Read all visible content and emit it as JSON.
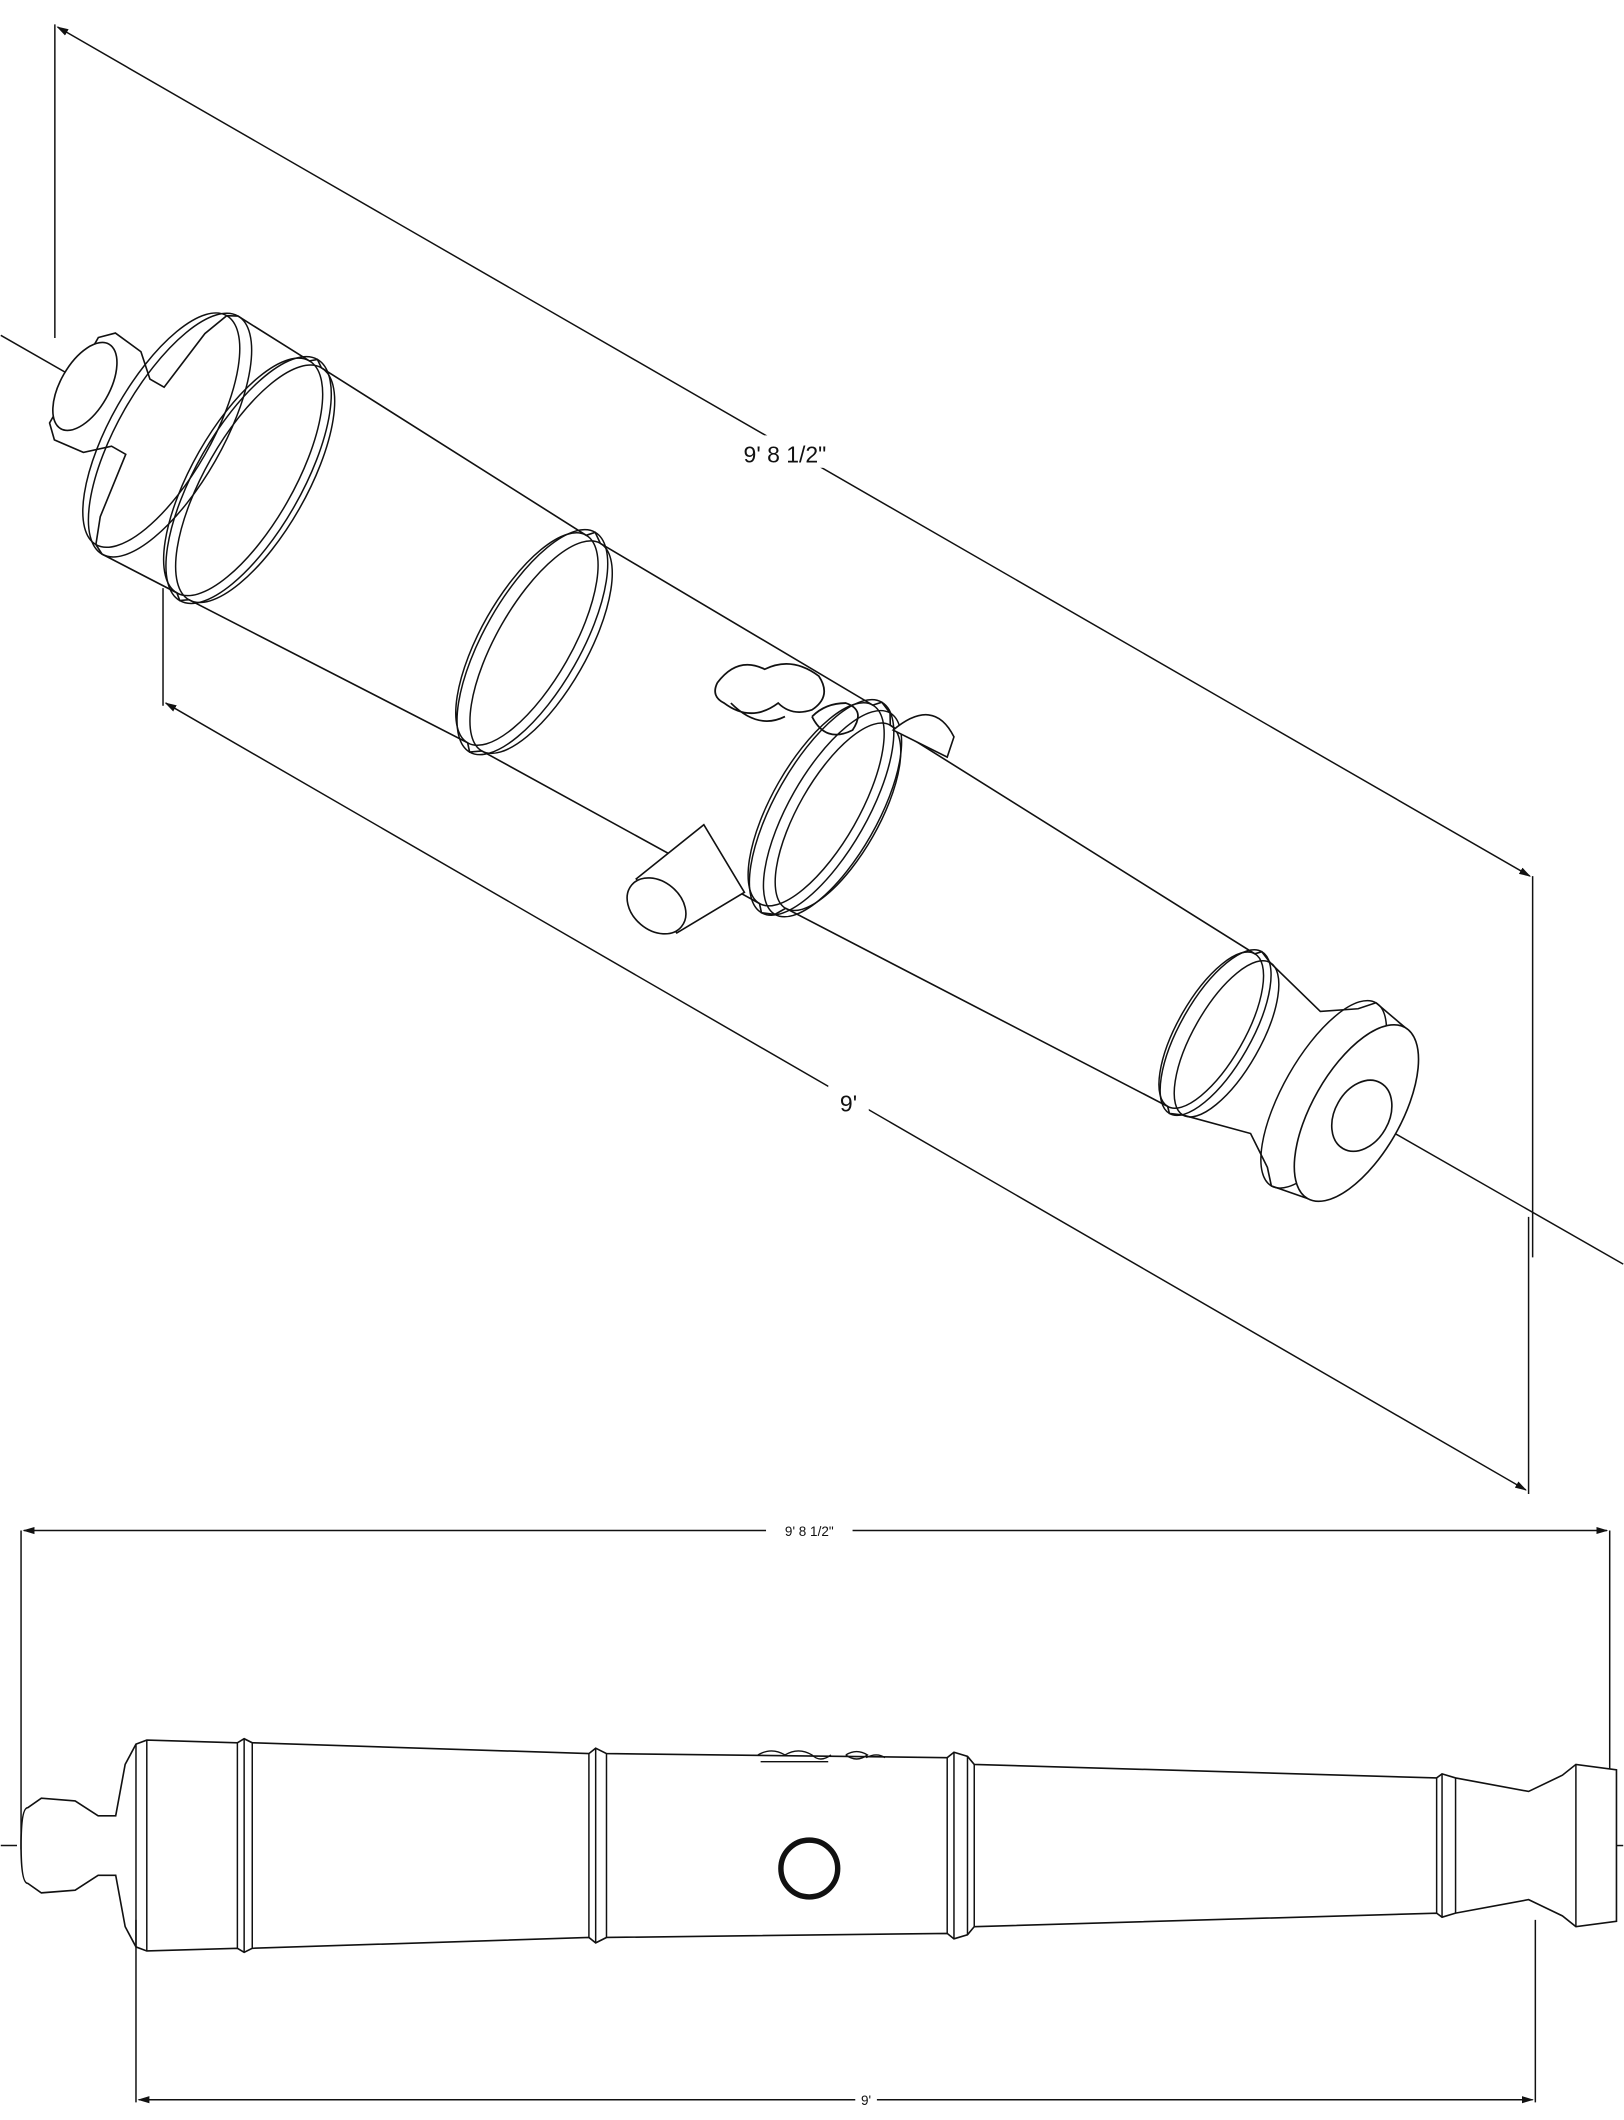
{
  "drawing": {
    "iso_view": {
      "overall_length_label": "9' 8 1/2\"",
      "bore_length_label": "9'"
    },
    "side_view": {
      "overall_length_label": "9' 8 1/2\"",
      "bore_length_label": "9'"
    },
    "colors": {
      "line": "#111111",
      "background": "#ffffff"
    }
  }
}
